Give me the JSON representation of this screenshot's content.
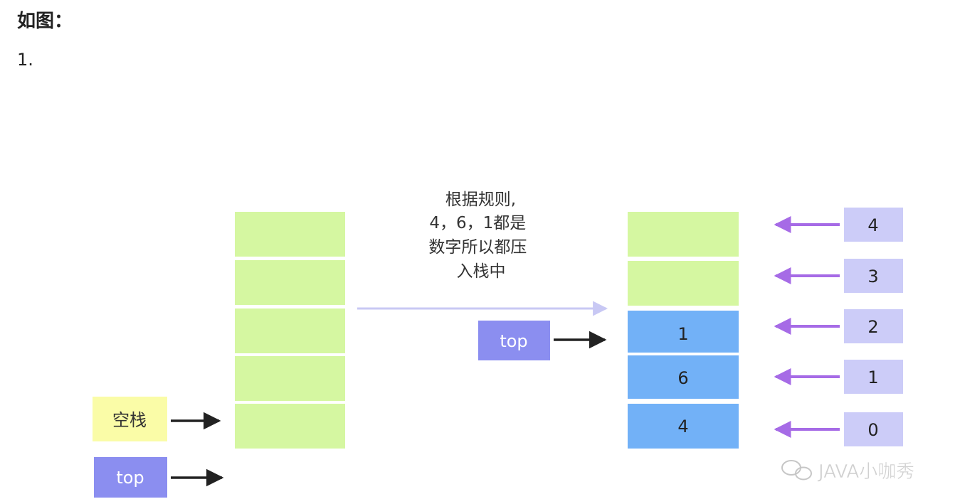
{
  "heading": "如图：",
  "list_number": "1.",
  "diagram": {
    "caption_lines": [
      "根据规则,",
      "4，6，1都是",
      "数字所以都压",
      "入栈中"
    ],
    "empty_stack_label": "空栈",
    "top_label_left": "top",
    "top_label_right": "top",
    "left_stack_slots": 5,
    "right_stack_values": [
      "",
      "",
      "1",
      "6",
      "4"
    ],
    "index_labels": [
      "4",
      "3",
      "2",
      "1",
      "0"
    ],
    "watermark": "JAVA小咖秀",
    "colors": {
      "empty_slot": "#d5f7a1",
      "filled_slot": "#72b1f7",
      "top_box": "#8b8ef0",
      "empty_label_box": "#fafca7",
      "index_box": "#ccccf8",
      "index_arrow": "#a66be6",
      "transfer_arrow": "#c8c8f4",
      "pointer_arrow": "#222222"
    }
  }
}
